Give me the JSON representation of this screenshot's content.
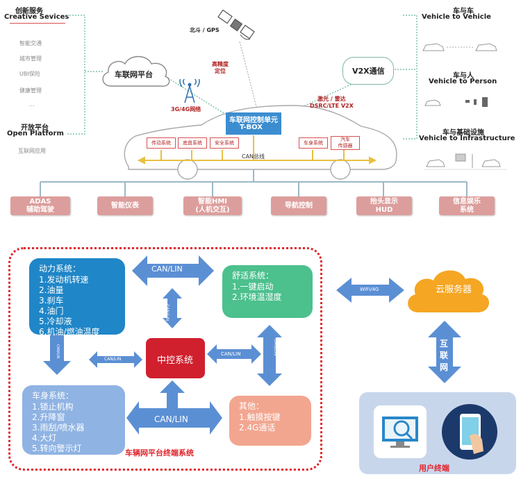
{
  "top": {
    "left_items": {
      "creative_cn": "创新服务",
      "creative_en": "Creative Sevices",
      "sub_items": [
        "智能交通",
        "城市管理",
        "UBI保险",
        "健康管理",
        "..."
      ],
      "open_cn": "开放平台",
      "open_en": "Open Platform",
      "apps": "互联网应用"
    },
    "cloud_label": "车联网平台",
    "tower_label": "3G/4G网络",
    "gps_label": "北斗 / GPS",
    "precision_label": "高精度\n定位",
    "v2x_label": "V2X通信",
    "dsrc_label": "激光 / 雷达\nDSRC/LTE V2X",
    "tbox_title": "车联网控制单元",
    "tbox_sub": "T-BOX",
    "can_bus": "CAN总线",
    "car_modules": [
      "传动系统",
      "底盘系统",
      "安全系统",
      "车身系统",
      "汽车\n传感器"
    ],
    "right_items": [
      {
        "cn": "车与车",
        "en": "Vehicle to Vehicle"
      },
      {
        "cn": "车与人",
        "en": "Vehicle to Person"
      },
      {
        "cn": "车与基础设施",
        "en": "Vehicle to Infrastructure"
      }
    ],
    "bottom_boxes": [
      "ADAS\n辅助驾驶",
      "智能仪表",
      "智能HMI\n(人机交互)",
      "导航控制",
      "抬头显示\nHUD",
      "信息娱乐\n系统"
    ]
  },
  "bottom": {
    "power": {
      "title": "动力系统：",
      "items": [
        "1.发动机转速",
        "2.油量",
        "3.刹车",
        "4.油门",
        "5.冷却液",
        "6.机油/燃油温度"
      ]
    },
    "comfort": {
      "title": "舒适系统：",
      "items": [
        "1.一键启动",
        "2.环境温湿度"
      ]
    },
    "body_sys": {
      "title": "车身系统：",
      "items": [
        "1.锁止机构",
        "2.升降窗",
        "3.雨刮/喷水器",
        "4.大灯",
        "5.转向警示灯"
      ]
    },
    "other": {
      "title": "其他：",
      "items": [
        "1.触摸按键",
        "2.4G通话"
      ]
    },
    "central": "中控系统",
    "cloud": "云服务器",
    "arrows": {
      "top_h": "CAN/LIN",
      "top_v": "CAN/LIN",
      "left_v": "CAN/LIN",
      "left_h": "CAN/LIN",
      "right_h": "CAN/LIN",
      "right_v": "CAN/LIN",
      "bottom_v": "CAN/LIN",
      "wifi": "WIFI/4G",
      "internet": "互\n联\n网"
    },
    "terminal_label": "车辆网平台终端系统",
    "user_label": "用户终端"
  },
  "colors": {
    "pink": "#dc9e9c",
    "power_blue": "#1f86c8",
    "comfort_green": "#4cc08d",
    "body_blue": "#8fb3e3",
    "other_salmon": "#f2a690",
    "central_red": "#d0202e",
    "cloud_orange": "#f5a623",
    "arrow_blue": "#5b8fd4",
    "dashed_red": "#e0242a"
  }
}
